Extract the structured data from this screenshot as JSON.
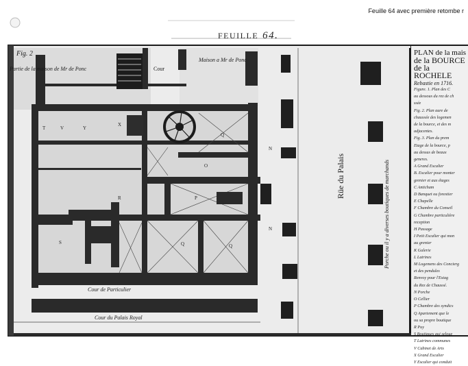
{
  "header": {
    "page_note": "Feuille 64 avec première retombe r",
    "feuille_label": "FEUILLE",
    "feuille_number": "64."
  },
  "plan": {
    "fig_label": "Fig. 2",
    "top_left_label": "Partie de la maison de Mr de Ponc",
    "cour_label": "Cour",
    "maison_label": "Maison a Mr de Ponc",
    "rue_label": "Rüe du Palais",
    "porche_label": "Porche ou il y a diverses boutiques de marchands",
    "cour_particulier": "Cour de Particulier",
    "cour_palais": "Cour du Palais Royal",
    "letters": [
      "T",
      "V",
      "Y",
      "X",
      "Q",
      "O",
      "N",
      "R",
      "P",
      "S",
      "Q",
      "Q",
      "N"
    ]
  },
  "legend": {
    "title_lines": [
      "PLAN de la mais",
      "de la BOURCE",
      "de la ROCHELE",
      "Rebastie en 1716."
    ],
    "items": [
      "Figure. 1. Plan des C",
      "au dessous du rez de ch",
      "ssée",
      "Fig. 2. Plan aure de",
      "chaussée des logemen",
      "de la bource, et des m",
      "adjacentes.",
      "Fig. 3. Plan du prem",
      "Etage de la bource, p",
      "au dessus de beaux",
      "generes.",
      "A Grand Escalier",
      "B. Escalier pour monter",
      "grenier et aux étages",
      "C Anticham",
      "D Banquet ou forestier",
      "E Chapelle",
      "F Chambre du Conseil",
      "G Chambre particulière",
      "reception",
      "H Passage",
      "I Petit Escalier qui mon",
      "au grenier",
      "K Galerie",
      "L Latrines",
      "M Logemens des Concierg",
      "et des pendules",
      "Renvoy pour l'Estag",
      "du Rez de Chaussé.",
      "N Porche",
      "O Cellier",
      "P Chambre des syndics",
      "Q Apartement que le",
      "ou sa propre boutique",
      "R Puy",
      "S Boutiques qui seloue",
      "T Latrines communes",
      "V Cabinet de Arts",
      "X Grand Escalier",
      "Y Escalier qui conduit"
    ]
  }
}
